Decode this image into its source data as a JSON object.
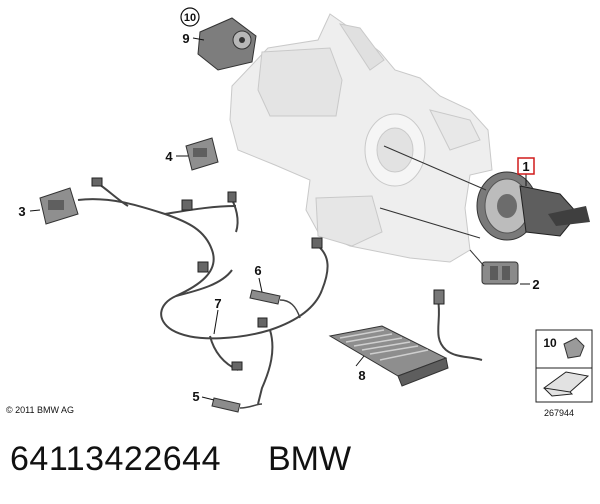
{
  "callouts": {
    "c1": "1",
    "c2": "2",
    "c3": "3",
    "c4": "4",
    "c5": "5",
    "c6": "6",
    "c7": "7",
    "c8": "8",
    "c9": "9",
    "c10": "10",
    "legend_10": "10"
  },
  "footer": {
    "copyright": "© 2011 BMW AG",
    "diagram_id": "267944"
  },
  "caption": {
    "part_number": "64113422644",
    "brand": "BMW"
  },
  "colors": {
    "housing": "#eeeeee",
    "housing_stroke": "#c9c9c9",
    "part_dark": "#5e5e5e",
    "part_mid": "#9a9a9a",
    "highlight": "#d11b1b"
  }
}
